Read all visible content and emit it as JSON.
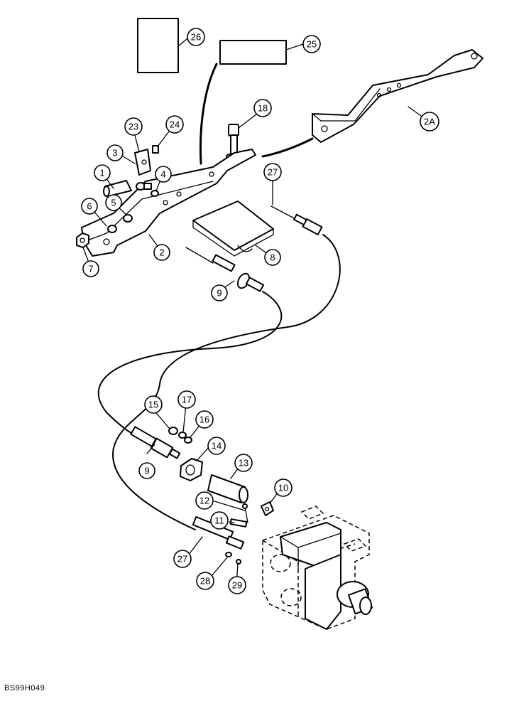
{
  "figure_id": "BS99H049",
  "callouts": {
    "c1": "1",
    "c2": "2",
    "c2a": "2A",
    "c3": "3",
    "c4": "4",
    "c5": "5",
    "c6": "6",
    "c7": "7",
    "c8": "8",
    "c9a": "9",
    "c9b": "9",
    "c10": "10",
    "c11": "11",
    "c12": "12",
    "c13": "13",
    "c14": "14",
    "c15": "15",
    "c16": "16",
    "c17": "17",
    "c18": "18",
    "c23": "23",
    "c24": "24",
    "c25": "25",
    "c26": "26",
    "c27a": "27",
    "c27b": "27",
    "c28": "28",
    "c29": "29"
  }
}
